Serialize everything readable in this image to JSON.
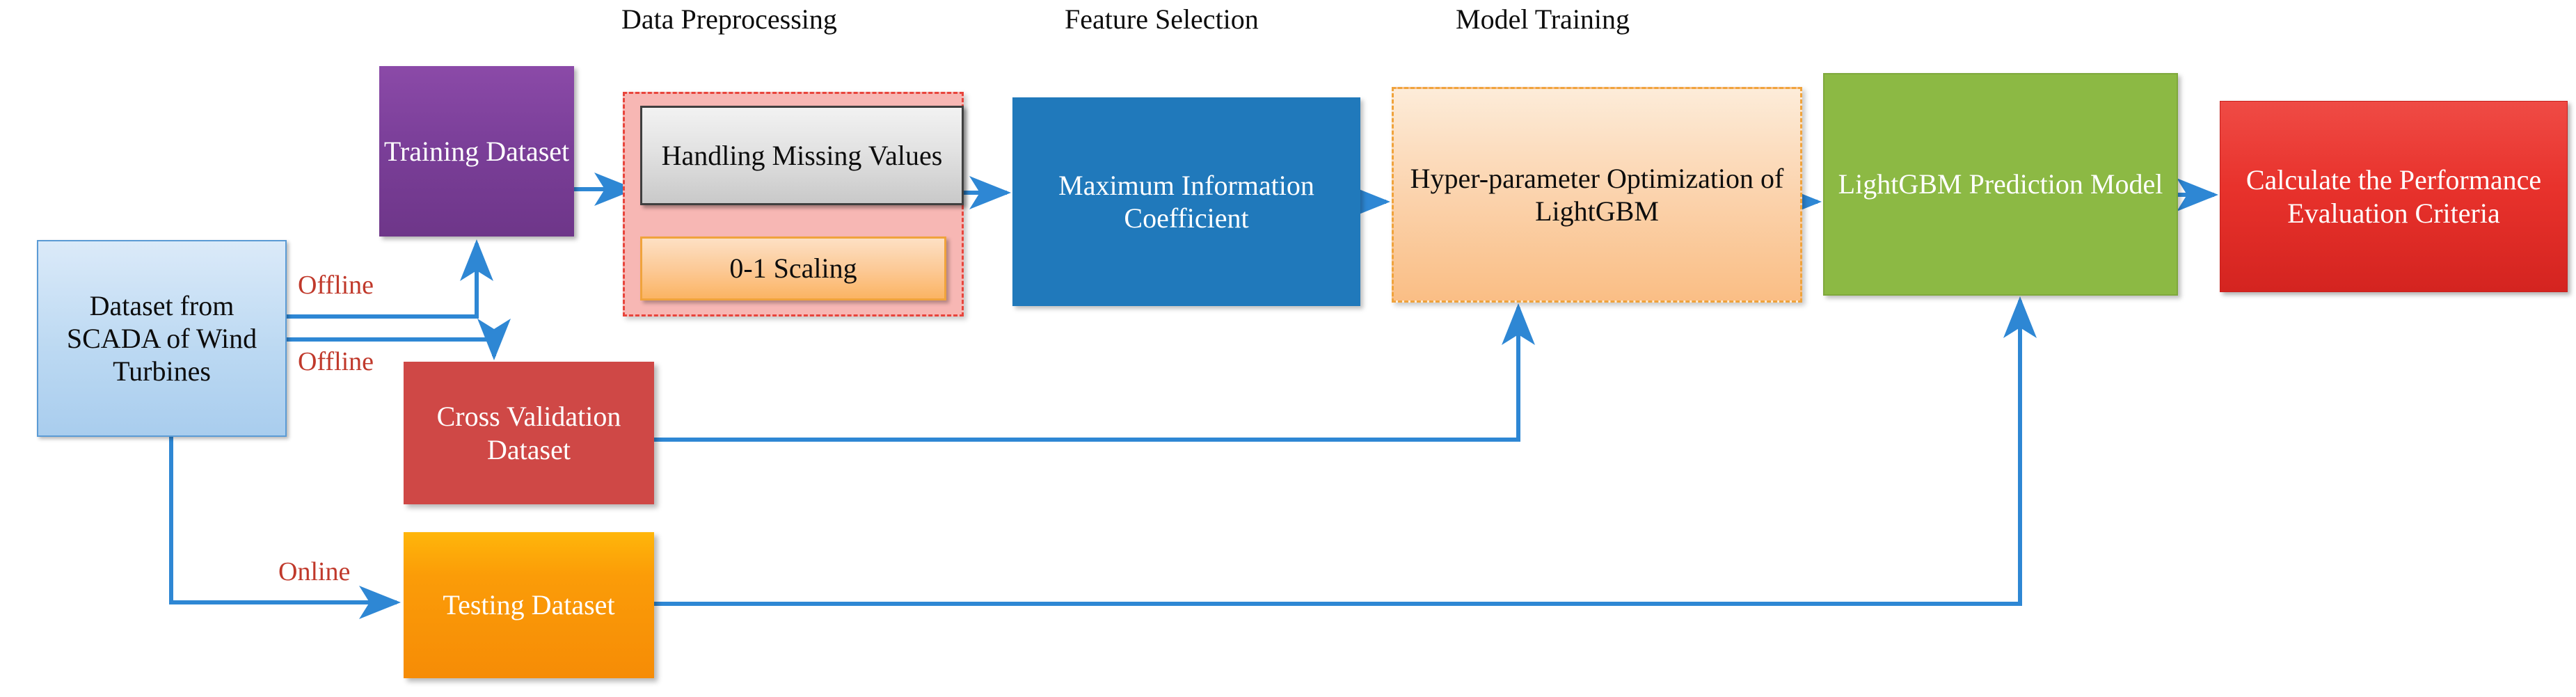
{
  "diagram": {
    "title": "Wind turbine LightGBM prediction workflow",
    "headings": [
      {
        "id": "data-preprocessing",
        "label": "Data Preprocessing"
      },
      {
        "id": "feature-selection",
        "label": "Feature Selection"
      },
      {
        "id": "model-training",
        "label": "Model Training"
      }
    ],
    "nodes": {
      "scada": {
        "label": "Dataset from SCADA of Wind Turbines",
        "color": "#bcd9f2"
      },
      "training": {
        "label": "Training Dataset",
        "color": "#7b3f99"
      },
      "missing": {
        "label": "Handling Missing Values",
        "color": "#e2e2e2"
      },
      "scaling": {
        "label": "0-1 Scaling",
        "color": "#fcc893"
      },
      "mic": {
        "label": "Maximum Information Coefficient",
        "color": "#2079bb"
      },
      "hpo": {
        "label": "Hyper-parameter Optimization of LightGBM",
        "color": "#fbd3ad"
      },
      "lgbm": {
        "label": "LightGBM Prediction Model",
        "color": "#8cb944"
      },
      "perf": {
        "label": "Calculate the Performance Evaluation Criteria",
        "color": "#e8322c"
      },
      "cv": {
        "label": "Cross Validation Dataset",
        "color": "#cf4846"
      },
      "test": {
        "label": "Testing Dataset",
        "color": "#fb9c08"
      }
    },
    "edge_labels": [
      {
        "id": "offline-training",
        "label": "Offline"
      },
      {
        "id": "offline-cv",
        "label": "Offline"
      },
      {
        "id": "online-test",
        "label": "Online"
      }
    ],
    "colors": {
      "connector": "#2e87d4",
      "edge_label": "#c0392b",
      "preprocessing_border": "#e8453c",
      "model_training_border": "#f0a33c"
    }
  }
}
